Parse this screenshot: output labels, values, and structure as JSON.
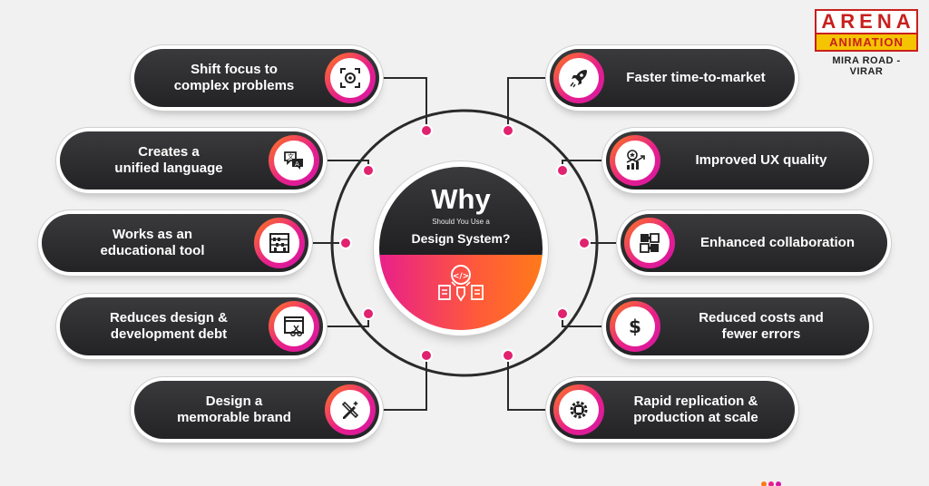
{
  "center": {
    "title": "Why",
    "subtitle": "Should You Use a",
    "heading": "Design System?",
    "icon": "design-system-icon"
  },
  "left_items": [
    {
      "label": "Shift focus to\ncomplex problems",
      "icon": "focus-target-icon"
    },
    {
      "label": "Creates a\nunified language",
      "icon": "translate-icon"
    },
    {
      "label": "Works as an\neducational tool",
      "icon": "abacus-icon"
    },
    {
      "label": "Reduces design &\ndevelopment debt",
      "icon": "browser-scissors-icon"
    },
    {
      "label": "Design a\nmemorable brand",
      "icon": "design-tools-icon"
    }
  ],
  "right_items": [
    {
      "label": "Faster time-to-market",
      "icon": "rocket-icon"
    },
    {
      "label": "Improved UX quality",
      "icon": "rating-growth-icon"
    },
    {
      "label": "Enhanced collaboration",
      "icon": "puzzle-hands-icon"
    },
    {
      "label": "Reduced costs and\nfewer errors",
      "icon": "dollar-icon"
    },
    {
      "label": "Rapid replication &\nproduction at scale",
      "icon": "gear-chip-icon"
    }
  ],
  "logo": {
    "brand": "ARENA",
    "sub": "ANIMATION",
    "location": "MIRA ROAD - VIRAR"
  },
  "colors": {
    "pill_dark": "#2b2b2d",
    "accent_pink": "#e8208a",
    "accent_orange": "#ff7a1a",
    "dot_color": "#e0226f",
    "ring_color": "#2a2a2a",
    "logo_red": "#c8201e",
    "logo_yellow": "#f5c400"
  }
}
